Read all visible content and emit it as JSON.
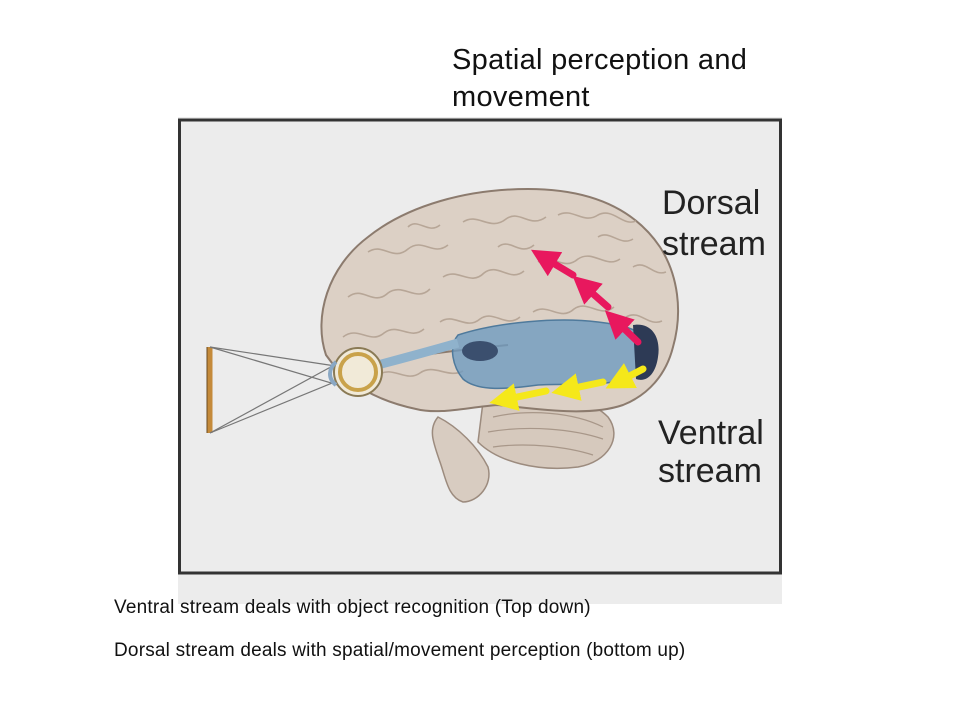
{
  "slide": {
    "title": "Spatial perception and movement"
  },
  "figure": {
    "dorsal_label_line1": "Dorsal",
    "dorsal_label_line2": "stream",
    "ventral_label_line1": "Ventral",
    "ventral_label_line2": "stream",
    "colors": {
      "dorsal_arrow": "#e8185e",
      "ventral_arrow": "#f5e81a",
      "stream_pathway": "#6f9bbf",
      "brain": "#dcd0c5",
      "panel_background": "#ececec"
    }
  },
  "captions": {
    "ventral": "Ventral stream deals with object recognition (Top down)",
    "dorsal": "Dorsal stream deals with spatial/movement perception (bottom up)"
  }
}
